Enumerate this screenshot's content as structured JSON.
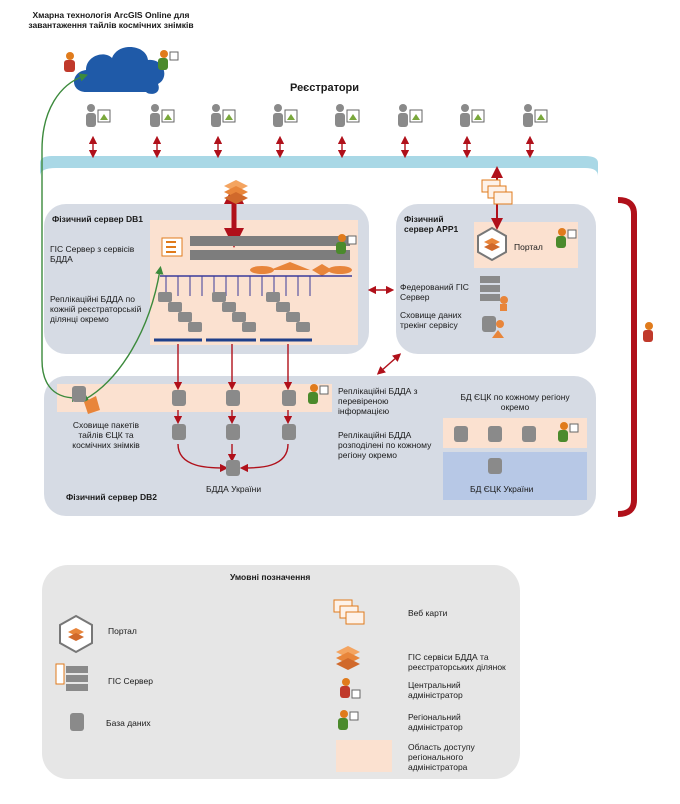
{
  "cloud": {
    "title": "Хмарна технологія ArcGIS Online для завантаження тайлів космічних знімків"
  },
  "registrars": {
    "title": "Реєстратори"
  },
  "db1": {
    "title": "Фізичний сервер DB1",
    "gis_server": "ГІС Сервер з сервісів БДДА",
    "replicas": "Реплікаційні БДДА по кожній реєстраторській ділянці окремо"
  },
  "app1": {
    "title": "Фізичний сервер APP1",
    "portal": "Портал",
    "federated": "Федерований ГІС Сервер",
    "tracking": "Сховище даних трекінг сервісу"
  },
  "db2": {
    "title": "Фізичний сервер DB2",
    "storage": "Сховище пакетів тайлів ЄЦК та космічних знімків",
    "verified": "Реплікаційні БДДА з перевіреною інформацією",
    "by_region": "Реплікаційні БДДА розподілені по кожному регіону окремо",
    "bdda_ukraine": "БДДА України",
    "ezk_region": "БД ЄЦК по кожному регіону окремо",
    "ezk_ukraine": "БД ЄЦК України"
  },
  "legend": {
    "title": "Умовні позначення",
    "portal": "Портал",
    "gis_server": "ГІС Сервер",
    "database": "База даних",
    "web_maps": "Веб карти",
    "services": "ГІС сервіси БДДА та реєстраторських ділянок",
    "central_admin": "Центральний адміністратор",
    "regional_admin": "Регіональний адміністратор",
    "access_area": "Область доступу регіонального адміністратора"
  },
  "colors": {
    "panel": "#d6dbe4",
    "peach": "#fbe1d0",
    "bus": "#a9d8e6",
    "arrow": "#b0101a",
    "link": "#3c8a3c",
    "blue": "#b7c8e6",
    "legend": "#e6e6e6"
  }
}
